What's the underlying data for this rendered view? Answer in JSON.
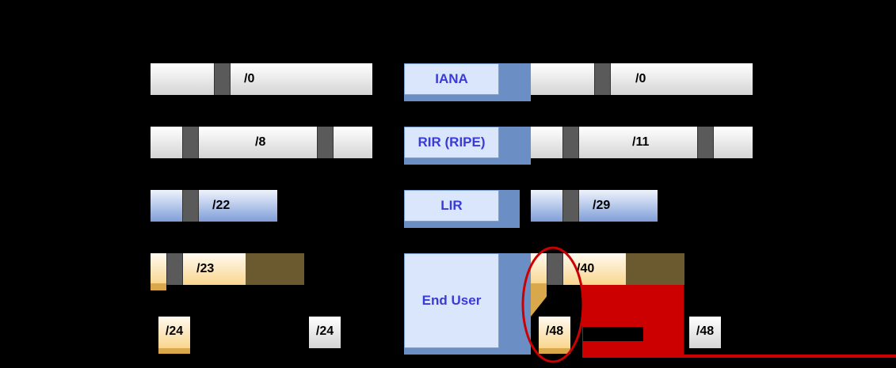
{
  "left_column": {
    "row1_label": "/0",
    "row2_label": "/8",
    "row3_label": "/22",
    "row4_label": "/23",
    "row5_left_label": "/24",
    "row5_right_label": "/24"
  },
  "levels": {
    "iana": "IANA",
    "rir": "RIR (RIPE)",
    "lir": "LIR",
    "end_user": "End User"
  },
  "right_column": {
    "row1_label": "/0",
    "row2_label": "/11",
    "row3_label": "/29",
    "row4_label": "/40",
    "row5_left_label": "/48",
    "row5_right_label": "/48"
  },
  "colors": {
    "background": "#000000",
    "highlight_red": "#cc0000",
    "level_text": "#3a3ad8"
  }
}
